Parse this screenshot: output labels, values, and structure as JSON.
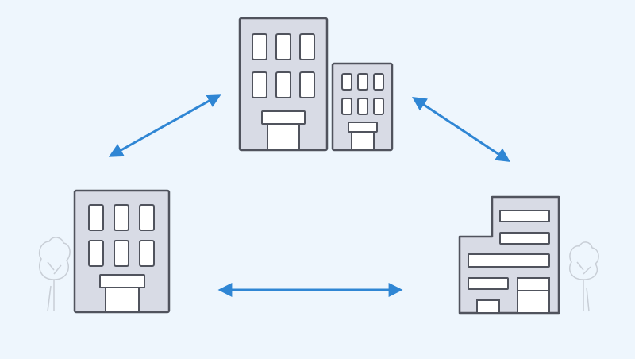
{
  "diagram": {
    "nodes": [
      {
        "id": "top",
        "kind": "office-complex"
      },
      {
        "id": "left",
        "kind": "office-building"
      },
      {
        "id": "right",
        "kind": "factory-building"
      }
    ],
    "connections": [
      {
        "from": "left",
        "to": "top",
        "direction": "bidirectional"
      },
      {
        "from": "top",
        "to": "right",
        "direction": "bidirectional"
      },
      {
        "from": "left",
        "to": "right",
        "direction": "bidirectional"
      }
    ]
  },
  "colors": {
    "background": "#eef6fd",
    "building_fill": "#d8dbe5",
    "building_stroke": "#50535d",
    "window_fill": "#ffffff",
    "arrow": "#2f86d4",
    "tree_stroke": "#c8ced6"
  },
  "icons": [
    "building-icon",
    "tree-icon",
    "double-arrow-icon"
  ]
}
